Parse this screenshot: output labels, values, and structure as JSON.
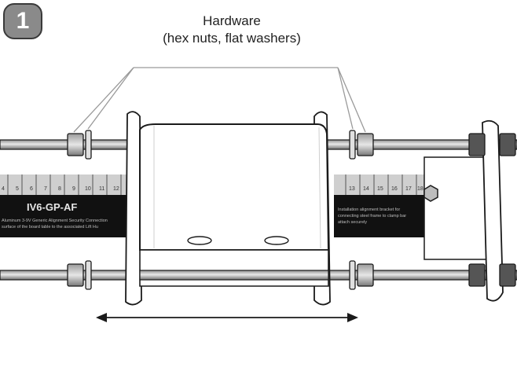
{
  "step": {
    "number": "1"
  },
  "callout": {
    "title": "Hardware",
    "subtitle": "(hex nuts, flat washers)"
  },
  "plate": {
    "model": "IV6-GP-AF",
    "left_text_1": "Aluminum 3-9V Generic Alignment Security Connection",
    "left_text_2": "surface of the board table to the associated Lift Hu",
    "right_text_1": "Installation alignment bracket for",
    "right_text_2": "connecting steel frame to clamp bar",
    "right_text_3": "attach securely",
    "scale_left": [
      "4",
      "5",
      "6",
      "7",
      "8",
      "9",
      "10",
      "11",
      "12"
    ],
    "scale_right": [
      "13",
      "14",
      "15",
      "16",
      "17",
      "18"
    ]
  },
  "colors": {
    "outline": "#1a1a1a",
    "metal": "#bdbdbd",
    "badge": "#8a8a8a"
  },
  "icons": {
    "arrow": "double-arrow-icon"
  }
}
